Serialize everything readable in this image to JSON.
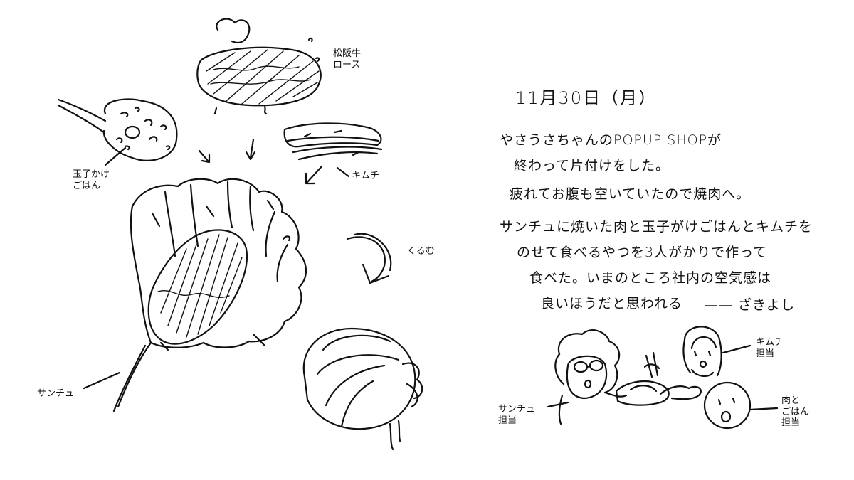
{
  "labels": {
    "beef": "松阪牛\nロース",
    "egg_rice": "玉子かけ\nごはん",
    "kimchi": "キムチ",
    "sanchu": "サンチュ",
    "kurumu": "くるむ"
  },
  "diary": {
    "date": "11月30日（月）",
    "lines": [
      "やさうさちゃんのPOPUP SHOPが",
      "終わって片付けをした。",
      "疲れてお腹も空いていたので焼肉へ。",
      "サンチュに焼いた肉と玉子がけごはんとキムチを",
      "のせて食べるやつを3人がかりで作って",
      "食べた。いまのところ社内の空気感は",
      "良いほうだと思われる"
    ],
    "signature": "—— ざきよし"
  },
  "roles": {
    "sanchu_person": "サンチュ\n担当",
    "kimchi_person": "キムチ\n担当",
    "meat_rice_person": "肉と\nごはん\n担当"
  }
}
